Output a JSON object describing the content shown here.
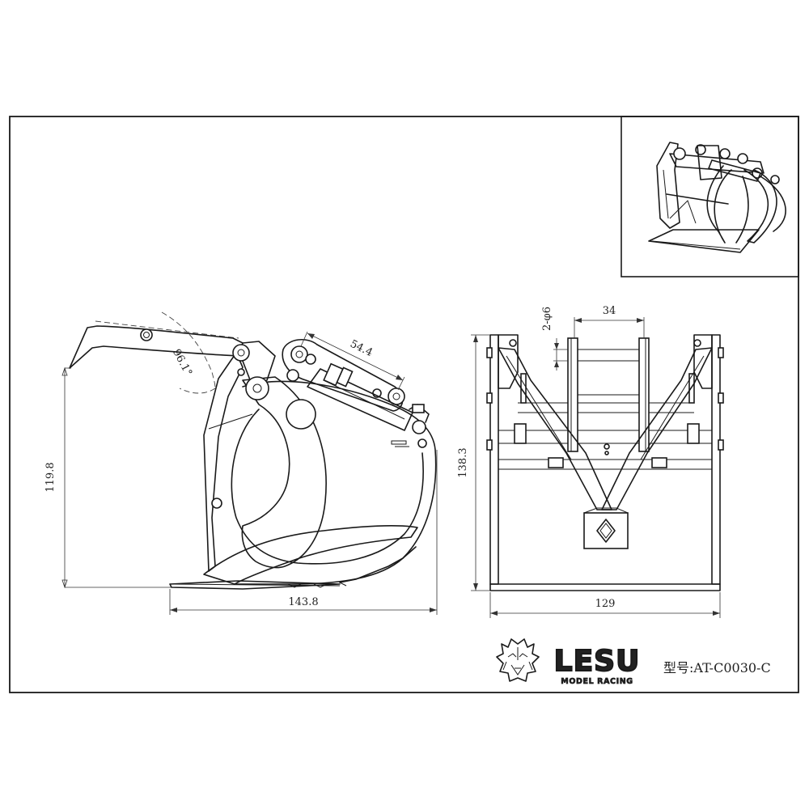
{
  "dimensions": {
    "side_height": "119.8",
    "side_width": "143.8",
    "arm_length": "54.4",
    "angle": "96.1°",
    "front_height": "138.3",
    "front_width": "129",
    "pin_spacing": "34",
    "hole_spec": "2-φ6"
  },
  "title_block": {
    "brand_name": "LESU",
    "brand_tagline": "MODEL RACING",
    "model_label": "型号:AT-C0030-C"
  },
  "colors": {
    "line": "#1a1a1a",
    "background": "#ffffff"
  },
  "icons": {
    "logo": "lion-head-icon"
  }
}
